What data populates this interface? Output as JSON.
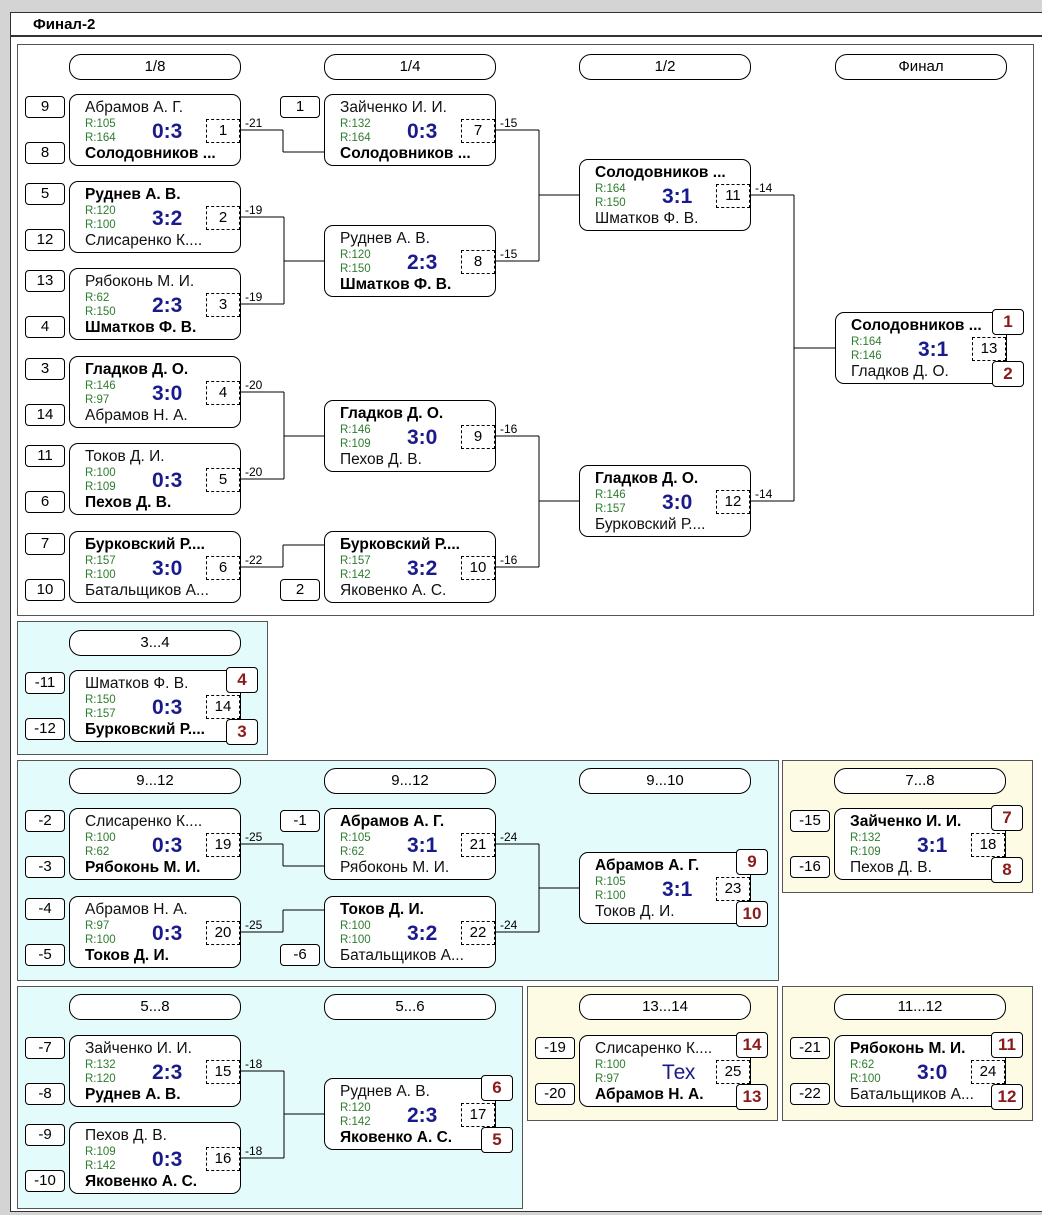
{
  "title": "Финал-2",
  "colors": {
    "final_bg": "#ffffff",
    "cyan_bg": "#e4fbfb",
    "yellow_bg": "#fdfbe3",
    "score": "#1a1a8c",
    "rating": "#2e7d2e",
    "place": "#8b1a1a"
  },
  "panels": [
    {
      "id": "main",
      "bg": "#ffffff",
      "headers": [
        "1/8",
        "1/4",
        "1/2",
        "Финал"
      ]
    },
    {
      "id": "p34",
      "bg": "#e4fbfb",
      "headers": [
        "3...4"
      ]
    },
    {
      "id": "p912",
      "bg": "#e4fbfb",
      "headers": [
        "9...12",
        "9...12",
        "9...10"
      ]
    },
    {
      "id": "p78",
      "bg": "#fdfbe3",
      "headers": [
        "7...8"
      ]
    },
    {
      "id": "p58",
      "bg": "#e4fbfb",
      "headers": [
        "5...8",
        "5...6"
      ]
    },
    {
      "id": "p1314",
      "bg": "#fdfbe3",
      "headers": [
        "13...14"
      ]
    },
    {
      "id": "p1112",
      "bg": "#fdfbe3",
      "headers": [
        "11...12"
      ]
    }
  ],
  "matches": [
    {
      "num": "1",
      "p1": "Абрамов А. Г.",
      "p2": "Солодовников ...",
      "r1": "R:105",
      "r2": "R:164",
      "score": "0:3",
      "winner": 2,
      "seed1": "9",
      "seed2": "8",
      "out": "-21"
    },
    {
      "num": "2",
      "p1": "Руднев А. В.",
      "p2": "Слисаренко К....",
      "r1": "R:120",
      "r2": "R:100",
      "score": "3:2",
      "winner": 1,
      "seed1": "5",
      "seed2": "12",
      "out": "-19"
    },
    {
      "num": "3",
      "p1": "Рябоконь М. И.",
      "p2": "Шматков Ф. В.",
      "r1": "R:62",
      "r2": "R:150",
      "score": "2:3",
      "winner": 2,
      "seed1": "13",
      "seed2": "4",
      "out": "-19"
    },
    {
      "num": "4",
      "p1": "Гладков Д. О.",
      "p2": "Абрамов Н. А.",
      "r1": "R:146",
      "r2": "R:97",
      "score": "3:0",
      "winner": 1,
      "seed1": "3",
      "seed2": "14",
      "out": "-20"
    },
    {
      "num": "5",
      "p1": "Токов Д. И.",
      "p2": "Пехов Д. В.",
      "r1": "R:100",
      "r2": "R:109",
      "score": "0:3",
      "winner": 2,
      "seed1": "11",
      "seed2": "6",
      "out": "-20"
    },
    {
      "num": "6",
      "p1": "Бурковский Р....",
      "p2": "Батальщиков А...",
      "r1": "R:157",
      "r2": "R:100",
      "score": "3:0",
      "winner": 1,
      "seed1": "7",
      "seed2": "10",
      "out": "-22"
    },
    {
      "num": "7",
      "p1": "Зайченко И. И.",
      "p2": "Солодовников ...",
      "r1": "R:132",
      "r2": "R:164",
      "score": "0:3",
      "winner": 2,
      "seed1": "1",
      "out": "-15"
    },
    {
      "num": "8",
      "p1": "Руднев А. В.",
      "p2": "Шматков Ф. В.",
      "r1": "R:120",
      "r2": "R:150",
      "score": "2:3",
      "winner": 2,
      "out": "-15"
    },
    {
      "num": "9",
      "p1": "Гладков Д. О.",
      "p2": "Пехов Д. В.",
      "r1": "R:146",
      "r2": "R:109",
      "score": "3:0",
      "winner": 1,
      "out": "-16"
    },
    {
      "num": "10",
      "p1": "Бурковский Р....",
      "p2": "Яковенко А. С.",
      "r1": "R:157",
      "r2": "R:142",
      "score": "3:2",
      "winner": 1,
      "seed2": "2",
      "out": "-16"
    },
    {
      "num": "11",
      "p1": "Солодовников ...",
      "p2": "Шматков Ф. В.",
      "r1": "R:164",
      "r2": "R:150",
      "score": "3:1",
      "winner": 1,
      "out": "-14"
    },
    {
      "num": "12",
      "p1": "Гладков Д. О.",
      "p2": "Бурковский Р....",
      "r1": "R:146",
      "r2": "R:157",
      "score": "3:0",
      "winner": 1,
      "out": "-14"
    },
    {
      "num": "13",
      "p1": "Солодовников ...",
      "p2": "Гладков Д. О.",
      "r1": "R:164",
      "r2": "R:146",
      "score": "3:1",
      "winner": 1,
      "place1": "1",
      "place2": "2"
    },
    {
      "num": "14",
      "p1": "Шматков Ф. В.",
      "p2": "Бурковский Р....",
      "r1": "R:150",
      "r2": "R:157",
      "score": "0:3",
      "winner": 2,
      "seed1": "-11",
      "seed2": "-12",
      "place1": "4",
      "place2": "3"
    },
    {
      "num": "19",
      "p1": "Слисаренко К....",
      "p2": "Рябоконь М. И.",
      "r1": "R:100",
      "r2": "R:62",
      "score": "0:3",
      "winner": 2,
      "seed1": "-2",
      "seed2": "-3",
      "out": "-25"
    },
    {
      "num": "20",
      "p1": "Абрамов Н. А.",
      "p2": "Токов Д. И.",
      "r1": "R:97",
      "r2": "R:100",
      "score": "0:3",
      "winner": 2,
      "seed1": "-4",
      "seed2": "-5",
      "out": "-25"
    },
    {
      "num": "21",
      "p1": "Абрамов А. Г.",
      "p2": "Рябоконь М. И.",
      "r1": "R:105",
      "r2": "R:62",
      "score": "3:1",
      "winner": 1,
      "seed1": "-1",
      "out": "-24"
    },
    {
      "num": "22",
      "p1": "Токов Д. И.",
      "p2": "Батальщиков А...",
      "r1": "R:100",
      "r2": "R:100",
      "score": "3:2",
      "winner": 1,
      "seed2": "-6",
      "out": "-24"
    },
    {
      "num": "23",
      "p1": "Абрамов А. Г.",
      "p2": "Токов Д. И.",
      "r1": "R:105",
      "r2": "R:100",
      "score": "3:1",
      "winner": 1,
      "place1": "9",
      "place2": "10"
    },
    {
      "num": "18",
      "p1": "Зайченко И. И.",
      "p2": "Пехов Д. В.",
      "r1": "R:132",
      "r2": "R:109",
      "score": "3:1",
      "winner": 1,
      "seed1": "-15",
      "seed2": "-16",
      "place1": "7",
      "place2": "8"
    },
    {
      "num": "15",
      "p1": "Зайченко И. И.",
      "p2": "Руднев А. В.",
      "r1": "R:132",
      "r2": "R:120",
      "score": "2:3",
      "winner": 2,
      "seed1": "-7",
      "seed2": "-8",
      "out": "-18"
    },
    {
      "num": "16",
      "p1": "Пехов Д. В.",
      "p2": "Яковенко А. С.",
      "r1": "R:109",
      "r2": "R:142",
      "score": "0:3",
      "winner": 2,
      "seed1": "-9",
      "seed2": "-10",
      "out": "-18"
    },
    {
      "num": "17",
      "p1": "Руднев А. В.",
      "p2": "Яковенко А. С.",
      "r1": "R:120",
      "r2": "R:142",
      "score": "2:3",
      "winner": 2,
      "place1": "6",
      "place2": "5"
    },
    {
      "num": "25",
      "p1": "Слисаренко К....",
      "p2": "Абрамов Н. А.",
      "r1": "R:100",
      "r2": "R:97",
      "score": "Тех",
      "winner": 2,
      "seed1": "-19",
      "seed2": "-20",
      "place1": "14",
      "place2": "13"
    },
    {
      "num": "24",
      "p1": "Рябоконь М. И.",
      "p2": "Батальщиков А...",
      "r1": "R:62",
      "r2": "R:100",
      "score": "3:0",
      "winner": 1,
      "seed1": "-21",
      "seed2": "-22",
      "place1": "11",
      "place2": "12"
    }
  ]
}
